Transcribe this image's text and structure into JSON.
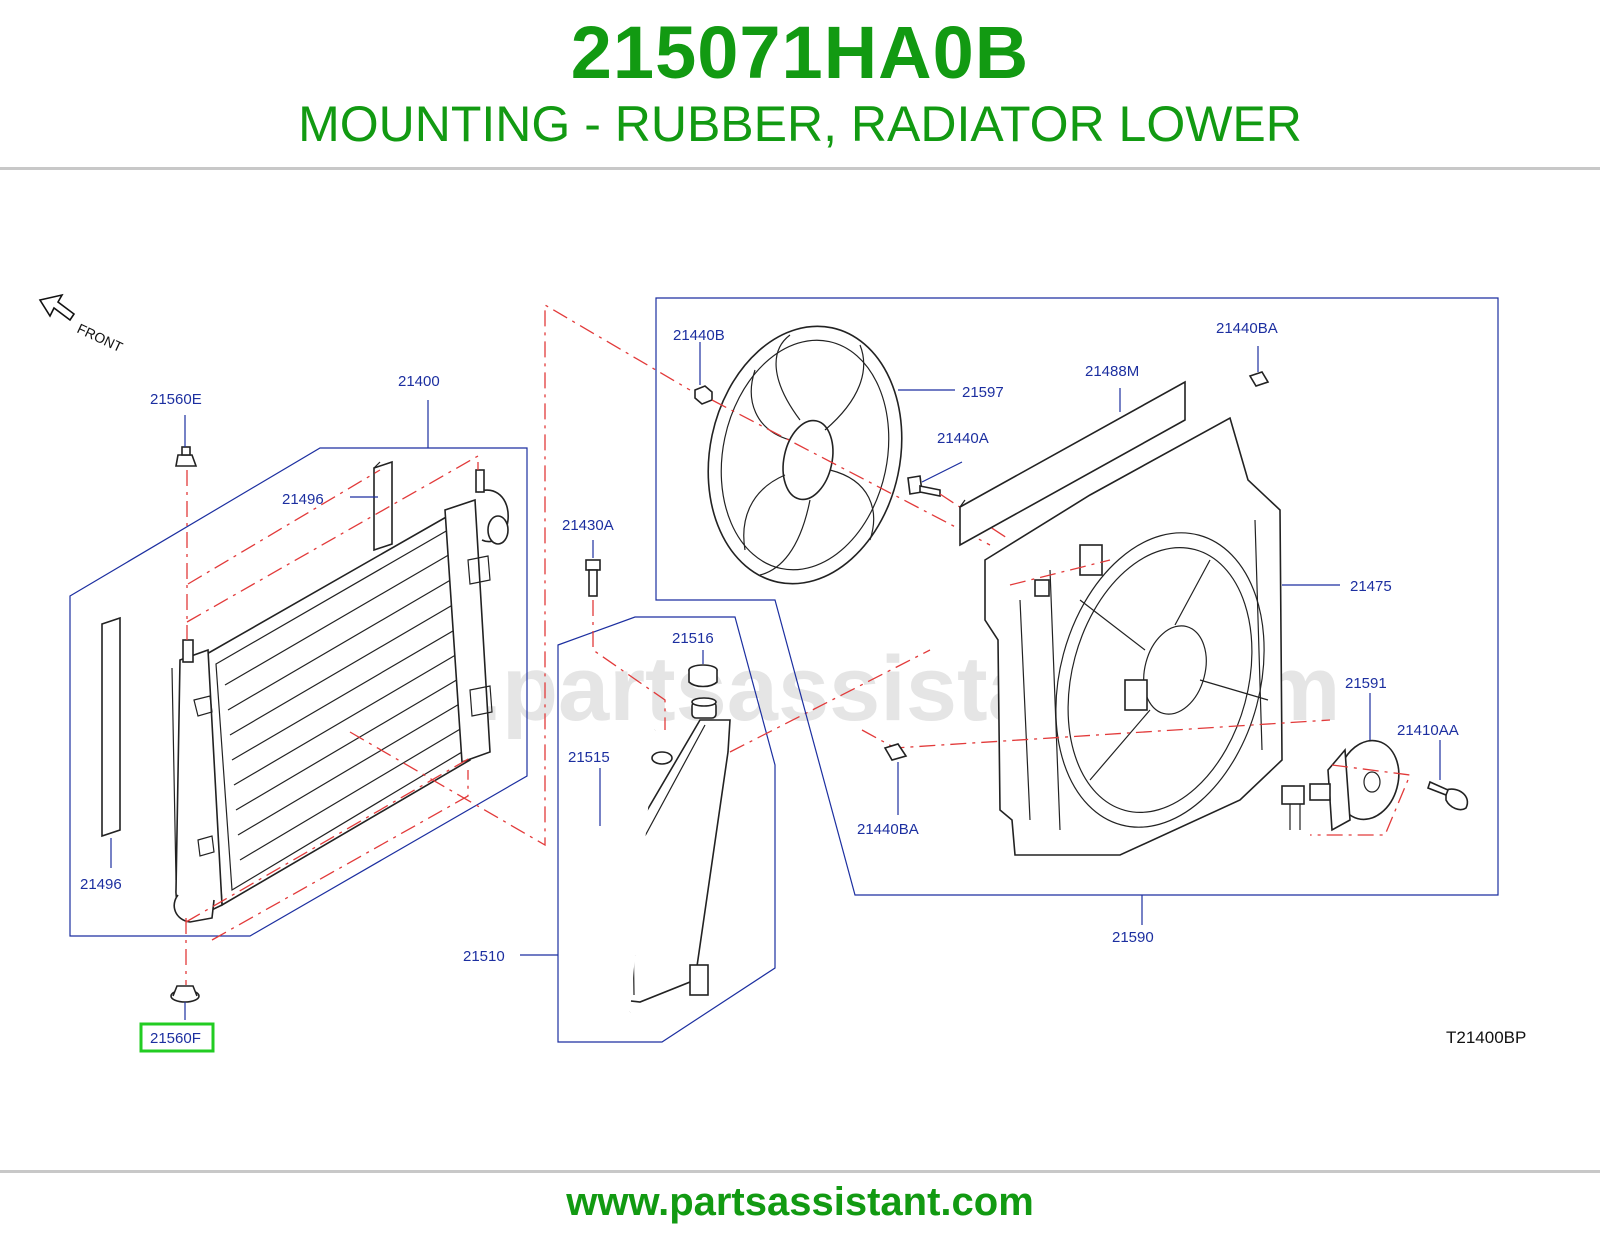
{
  "header": {
    "part_number": "215071HA0B",
    "description": "MOUNTING - RUBBER, RADIATOR LOWER"
  },
  "diagram": {
    "front_label": "FRONT",
    "watermark": "www.partsassistant.com",
    "drawing_code": "T21400BP",
    "highlight_color": "#22cc22",
    "callouts": {
      "c21400": "21400",
      "c21560E": "21560E",
      "c21496a": "21496",
      "c21496b": "21496",
      "c21560F": "21560F",
      "c21430A": "21430A",
      "c21516": "21516",
      "c21515": "21515",
      "c21510": "21510",
      "c21440B": "21440B",
      "c21597": "21597",
      "c21440A": "21440A",
      "c21488M": "21488M",
      "c21440BAtop": "21440BA",
      "c21475": "21475",
      "c21591": "21591",
      "c21410AA": "21410AA",
      "c21440BAbot": "21440BA",
      "c21590": "21590"
    }
  },
  "footer": {
    "url": "www.partsassistant.com"
  }
}
